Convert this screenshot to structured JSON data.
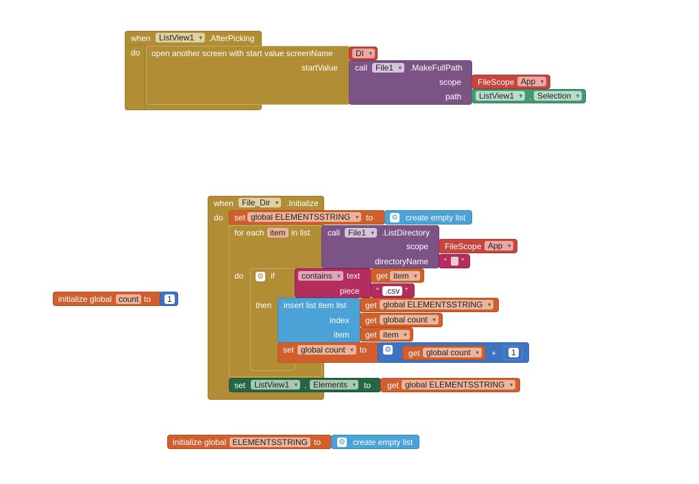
{
  "event1": {
    "when": "when",
    "component": "ListView1",
    "event": ".AfterPicking",
    "do": "do",
    "open_screen": "open another screen with start value  screenName",
    "screen_name_value": "DI",
    "start_value": "startValue",
    "call": "call",
    "file_component": "File1",
    "method": ".MakeFullPath",
    "scope_label": "scope",
    "filescope": "FileScope",
    "scope_value": "App",
    "path_label": "path",
    "listview": "ListView1",
    "dot": ".",
    "selection": "Selection"
  },
  "event2": {
    "when": "when",
    "component": "File_Dir",
    "event": ".Initialize",
    "do": "do",
    "set": "set",
    "global_var": "global ELEMENTSSTRING",
    "to": "to",
    "create_empty_list": "create empty list",
    "for_each": "for each",
    "item": "item",
    "in_list": "in list",
    "call": "call",
    "file_component": "File1",
    "method": ".ListDirectory",
    "scope_label": "scope",
    "filescope": "FileScope",
    "scope_value": "App",
    "directory_name": "directoryName",
    "quote_open": "“",
    "quote_close": "”",
    "inner_do": "do",
    "if": "if",
    "contains": "contains",
    "text_label": "text",
    "get": "get",
    "get_item": "item",
    "piece_label": "piece",
    "csv": ".csv",
    "then": "then",
    "insert": "insert list item  list",
    "get_global_elements": "global ELEMENTSSTRING",
    "index_label": "index",
    "get_global_count": "global count",
    "item_label": "item",
    "set_label": "set",
    "global_count": "global count",
    "to2": "to",
    "plus": "+",
    "one": "1",
    "set_bottom": "set",
    "listview": "ListView1",
    "dot": ".",
    "elements": "Elements",
    "to3": "to",
    "get_bottom": "get",
    "get_bottom_var": "global ELEMENTSSTRING"
  },
  "init_count": {
    "label": "initialize global",
    "name": "count",
    "to": "to",
    "value": "1"
  },
  "init_elements": {
    "label": "initialize global",
    "name": "ELEMENTSSTRING",
    "to": "to",
    "value": "create empty list"
  },
  "icons": {
    "mutator": "gear-icon",
    "dropdown": "chevron-down-icon"
  },
  "colors": {
    "event": "#b18e35",
    "variable": "#d05f2d",
    "component": "#7c5385",
    "helper": "#c8453e",
    "component_property": "#439970",
    "component_setter": "#266643",
    "list": "#4aa2d6",
    "math": "#3e73c2",
    "text": "#b32d5e"
  }
}
